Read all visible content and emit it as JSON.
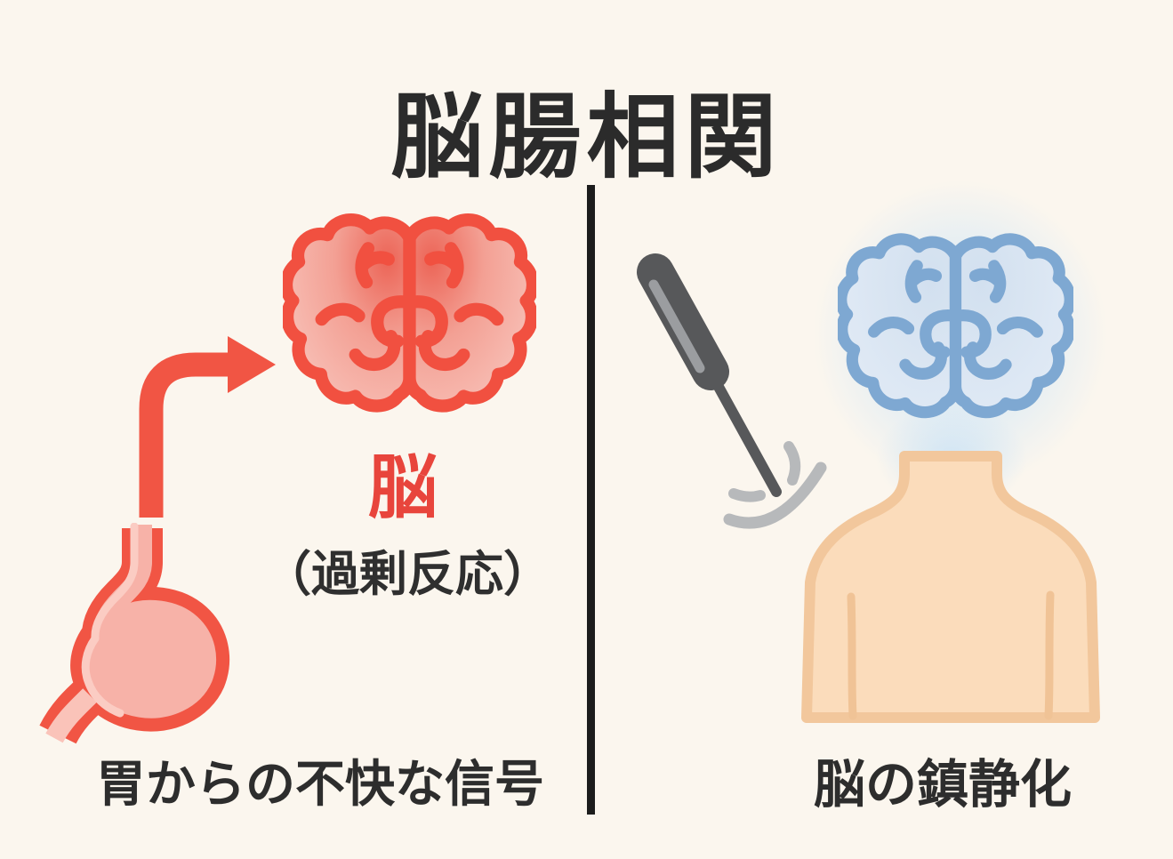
{
  "title": "脳腸相関",
  "left_panel": {
    "brain_label": "脳",
    "brain_sublabel": "（過剰反応）",
    "caption": "胃からの不快な信号"
  },
  "right_panel": {
    "caption": "脳の鎮静化"
  },
  "icons": {
    "red-brain-icon": "overreacting brain, red scalloped brain seen from above",
    "curved-arrow-icon": "red right-angled arrow from stomach up to brain",
    "stomach-icon": "red outlined stomach with pink fill",
    "blue-brain-icon": "calmed brain, blue scalloped brain with soft glow",
    "acupuncture-needle-icon": "dark gray acupuncture needle tilted toward shoulder",
    "vibration-arcs-icon": "gray motion arcs at needle tip",
    "torso-icon": "peach colored upper body with neck and shoulders"
  },
  "colors": {
    "background": "#fbf6ee",
    "divider": "#1c1c1c",
    "text_dark": "#2d2d2d",
    "red_accent": "#f15544",
    "red_brain_fill_light": "#f8bfb6",
    "red_brain_fill_dark": "#ed6c5d",
    "red_label": "#e8453c",
    "stomach_fill": "#f7b2a8",
    "stomach_highlight": "#fbccc3",
    "blue_accent": "#7ea8d2",
    "blue_brain_fill": "#dbe6f2",
    "blue_glow": "#cde2f5",
    "needle_gray": "#57585a",
    "needle_stripe": "#9b9da0",
    "arc_gray": "#b7b9bb",
    "skin_fill": "#fbdcbb",
    "skin_outline": "#f2c79c"
  }
}
